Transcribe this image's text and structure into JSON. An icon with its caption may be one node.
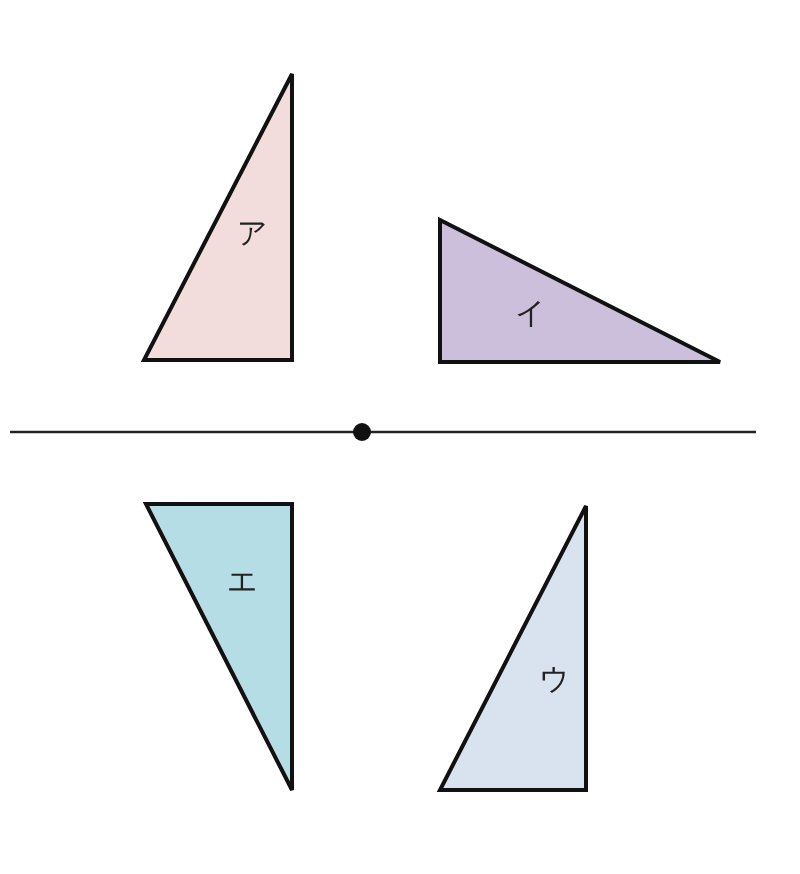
{
  "diagram": {
    "nodes": [
      {
        "text": [
          "ア"
        ]
      },
      {
        "text": [
          "イ"
        ]
      },
      {
        "text": [
          "エ"
        ]
      },
      {
        "text": [
          "ウ"
        ]
      }
    ]
  }
}
